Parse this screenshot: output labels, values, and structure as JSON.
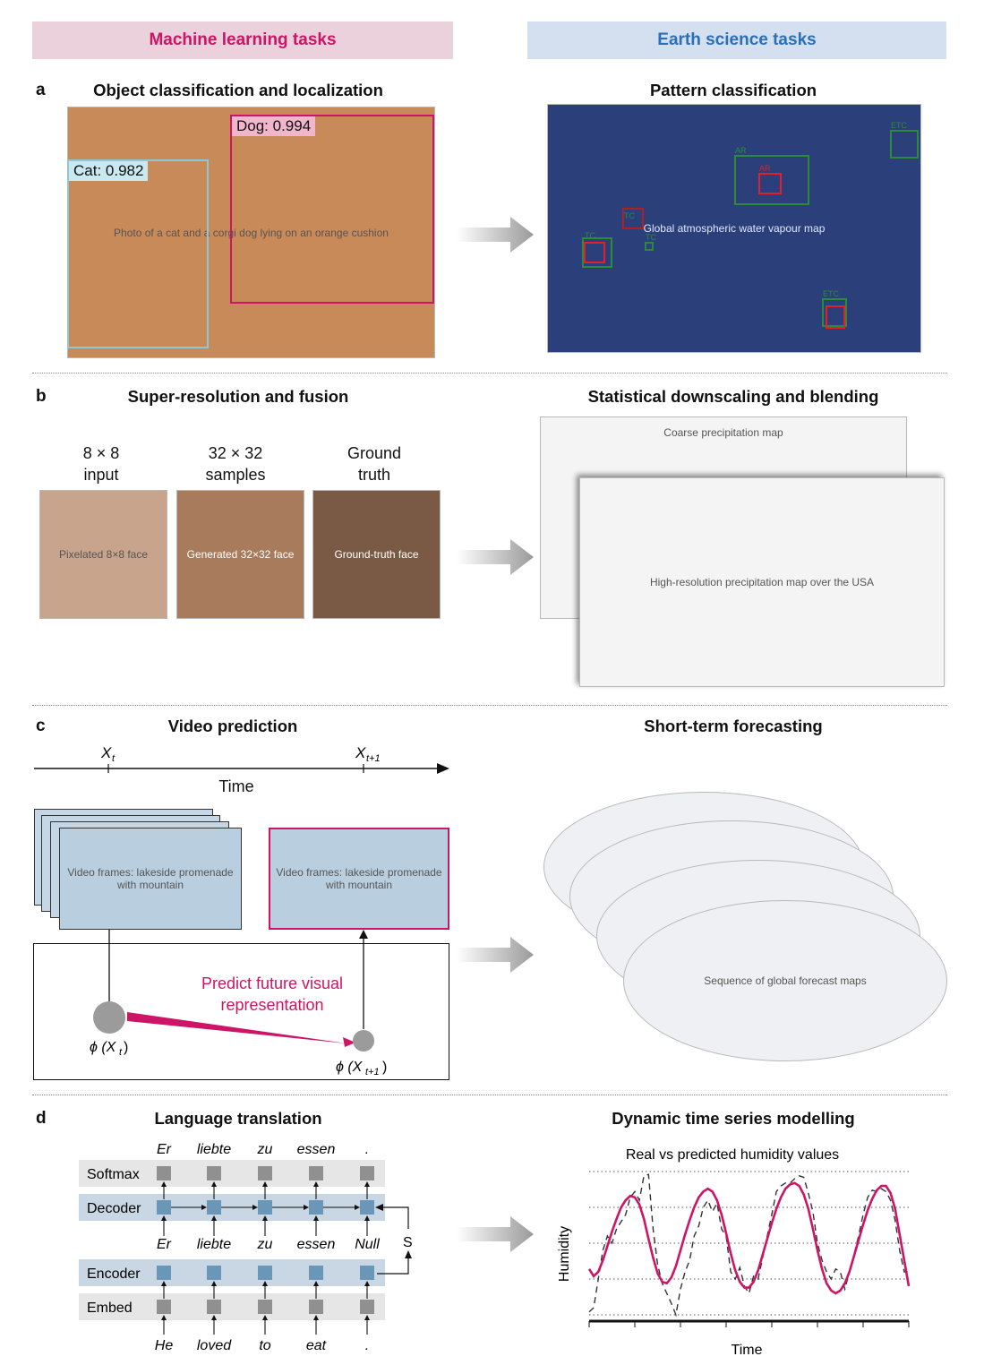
{
  "headers": {
    "ml": "Machine learning tasks",
    "es": "Earth science tasks"
  },
  "panels": {
    "a": {
      "letter": "a",
      "ml_title": "Object classification and localization",
      "es_title": "Pattern classification",
      "dog_label": "Dog: 0.994",
      "cat_label": "Cat: 0.982",
      "photo_alt": "Photo of a cat and a corgi dog lying on an orange cushion",
      "map_alt": "Global atmospheric water vapour map",
      "map_labels": [
        "ETC",
        "AR",
        "AR",
        "TC",
        "TC",
        "TC",
        "ETC"
      ]
    },
    "b": {
      "letter": "b",
      "ml_title": "Super-resolution and fusion",
      "es_title": "Statistical downscaling and blending",
      "col1": [
        "8 × 8",
        "input"
      ],
      "col2": [
        "32 × 32",
        "samples"
      ],
      "col3": [
        "Ground",
        "truth"
      ],
      "face1_alt": "Pixelated 8×8 face",
      "face2_alt": "Generated 32×32 face",
      "face3_alt": "Ground-truth face",
      "map_back_alt": "Coarse precipitation map",
      "map_front_alt": "High-resolution precipitation map over the USA"
    },
    "c": {
      "letter": "c",
      "ml_title": "Video prediction",
      "es_title": "Short-term forecasting",
      "xt": "X",
      "xt_sub": "t",
      "xt1": "X",
      "xt1_sub": "t+1",
      "time_label": "Time",
      "predict_label": [
        "Predict future visual",
        "representation"
      ],
      "phi_t": "ϕ (X",
      "phi_t_sub": "t",
      "phi_t1": "ϕ (X",
      "phi_t1_sub": "t+1",
      "video_alt": "Video frames: lakeside promenade with mountain",
      "globe_alt": "Sequence of global forecast maps"
    },
    "d": {
      "letter": "d",
      "ml_title": "Language translation",
      "es_title": "Dynamic time series modelling",
      "rows": [
        "Softmax",
        "Decoder",
        "Encoder",
        "Embed"
      ],
      "output_words": [
        "Er",
        "liebte",
        "zu",
        "essen",
        "."
      ],
      "decoder_inputs": [
        "Er",
        "liebte",
        "zu",
        "essen",
        "Null"
      ],
      "input_words": [
        "He",
        "loved",
        "to",
        "eat",
        "."
      ],
      "s_label": "S",
      "chart_title": "Real vs predicted humidity values",
      "ylabel": "Humidity",
      "xlabel": "Time"
    }
  },
  "colors": {
    "ml_accent": "#cc1566",
    "es_accent": "#2a6fb8",
    "gray_row": "#e6e6e6",
    "blue_row": "#c8d7e3",
    "gray_node": "#909090",
    "blue_node": "#6a97b8",
    "cat_box": "#8fc7d6",
    "dog_box": "#cc1566"
  },
  "chart_data": {
    "type": "line",
    "title": "Real vs predicted humidity values",
    "xlabel": "Time",
    "ylabel": "Humidity",
    "grid": true,
    "legend": "none",
    "series": [
      {
        "style": "solid",
        "color": "#cc1566",
        "x": [
          0,
          1,
          2,
          3,
          4,
          5,
          6,
          7,
          8,
          9,
          10,
          11,
          12,
          13,
          14,
          15,
          16,
          17,
          18,
          19,
          20,
          21,
          22,
          23,
          24,
          25,
          26,
          27,
          28,
          29,
          30,
          31,
          32,
          33,
          34,
          35,
          36,
          37,
          38,
          39,
          40,
          41,
          42,
          43,
          44,
          45,
          46,
          47,
          48,
          49,
          50,
          51,
          52,
          53,
          54,
          55,
          56,
          57,
          58,
          59,
          60,
          61,
          62,
          63,
          64,
          65,
          66,
          67,
          68,
          69,
          70
        ],
        "values": [
          0.32,
          0.27,
          0.3,
          0.38,
          0.48,
          0.58,
          0.67,
          0.75,
          0.8,
          0.83,
          0.82,
          0.77,
          0.67,
          0.53,
          0.4,
          0.29,
          0.23,
          0.22,
          0.26,
          0.34,
          0.45,
          0.56,
          0.66,
          0.75,
          0.82,
          0.86,
          0.88,
          0.86,
          0.8,
          0.7,
          0.57,
          0.43,
          0.31,
          0.23,
          0.19,
          0.19,
          0.23,
          0.31,
          0.42,
          0.53,
          0.64,
          0.74,
          0.82,
          0.88,
          0.91,
          0.92,
          0.9,
          0.84,
          0.74,
          0.6,
          0.45,
          0.32,
          0.22,
          0.17,
          0.15,
          0.17,
          0.22,
          0.3,
          0.41,
          0.52,
          0.63,
          0.73,
          0.81,
          0.87,
          0.9,
          0.9,
          0.85,
          0.74,
          0.56,
          0.38,
          0.2
        ]
      },
      {
        "style": "dashed",
        "color": "#333333",
        "x": [
          0,
          1,
          2,
          3,
          4,
          5,
          6,
          7,
          8,
          9,
          10,
          11,
          12,
          13,
          14,
          15,
          16,
          17,
          18,
          19,
          20,
          21,
          22,
          23,
          24,
          25,
          26,
          27,
          28,
          29,
          30,
          31,
          32,
          33,
          34,
          35,
          36,
          37,
          38,
          39,
          40,
          41,
          42,
          43,
          44,
          45,
          46,
          47,
          48,
          49,
          50,
          51,
          52,
          53,
          54,
          55,
          56,
          57,
          58,
          59,
          60,
          61,
          62,
          63,
          64,
          65,
          66,
          67,
          68,
          69,
          70
        ],
        "values": [
          0.02,
          0.05,
          0.25,
          0.45,
          0.55,
          0.5,
          0.6,
          0.65,
          0.7,
          0.82,
          0.86,
          0.8,
          0.97,
          0.98,
          0.6,
          0.35,
          0.22,
          0.15,
          0.08,
          0.0,
          0.18,
          0.3,
          0.38,
          0.55,
          0.62,
          0.75,
          0.8,
          0.72,
          0.78,
          0.6,
          0.55,
          0.3,
          0.25,
          0.33,
          0.2,
          0.15,
          0.27,
          0.25,
          0.4,
          0.55,
          0.7,
          0.86,
          0.9,
          0.92,
          0.92,
          0.95,
          0.97,
          0.96,
          0.85,
          0.72,
          0.5,
          0.38,
          0.3,
          0.25,
          0.32,
          0.3,
          0.18,
          0.3,
          0.42,
          0.55,
          0.7,
          0.82,
          0.87,
          0.86,
          0.88,
          0.86,
          0.8,
          0.66,
          0.45,
          0.3,
          0.3
        ]
      }
    ],
    "ylim": [
      0,
      1
    ]
  }
}
